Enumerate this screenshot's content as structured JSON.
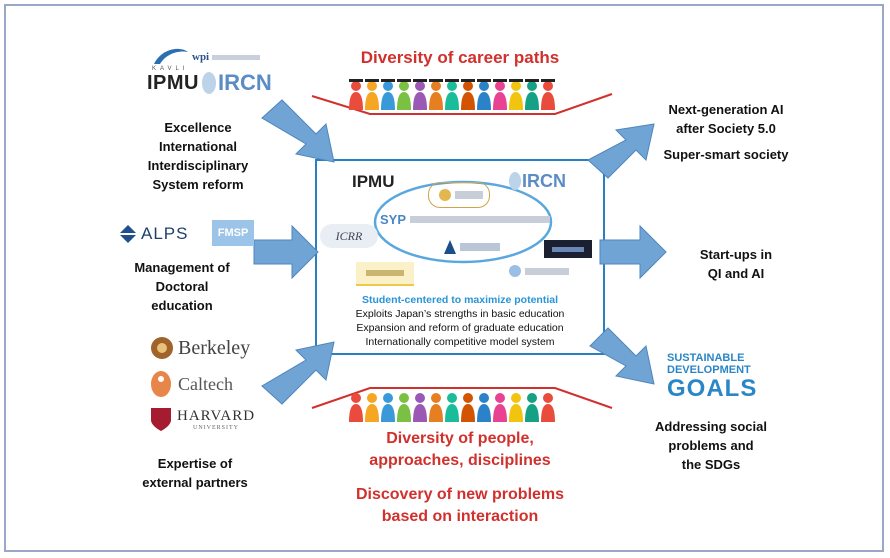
{
  "top_title": "Diversity of career paths",
  "left": {
    "excellence": [
      "Excellence",
      "International",
      "Interdisciplinary",
      "System reform"
    ],
    "management": [
      "Management of",
      "Doctoral",
      "education"
    ],
    "partners": [
      "Expertise of",
      "external partners"
    ]
  },
  "logos": {
    "wpi": "wpi",
    "ipmu": "IPMU",
    "kavli": "KAVLI",
    "ircn": "IRCN",
    "alps": "ALPS",
    "fmsp": "FMSP",
    "berkeley": "Berkeley",
    "caltech": "Caltech",
    "harvard": "HARVARD",
    "harvard_sub": "UNIVERSITY",
    "icrr": "ICRR",
    "sdg_line1": "SUSTAINABLE",
    "sdg_line2": "DEVELOPMENT",
    "sdg_line3": "GOALS"
  },
  "center": {
    "headline": "Student-centered to maximize potential",
    "line1": "Exploits Japan’s strengths in basic education",
    "line2": "Expansion and reform of graduate education",
    "line3": "Internationally competitive model system"
  },
  "right": {
    "ai": [
      "Next-generation AI",
      "after Society 5.0"
    ],
    "society": "Super-smart society",
    "startups": [
      "Start-ups in",
      "QI and AI"
    ],
    "sdgs": [
      "Addressing social",
      "problems and",
      "the SDGs"
    ]
  },
  "bottom": {
    "diversity": [
      "Diversity of people,",
      "approaches, disciplines"
    ],
    "discovery": [
      "Discovery of new problems",
      "based on interaction"
    ]
  },
  "colors": {
    "accent_red": "#d0312d",
    "arrow_blue": "#6fa4d4",
    "box_blue": "#2a7fc1",
    "center_blue": "#2a94d6",
    "frame": "#9aa7c6"
  }
}
